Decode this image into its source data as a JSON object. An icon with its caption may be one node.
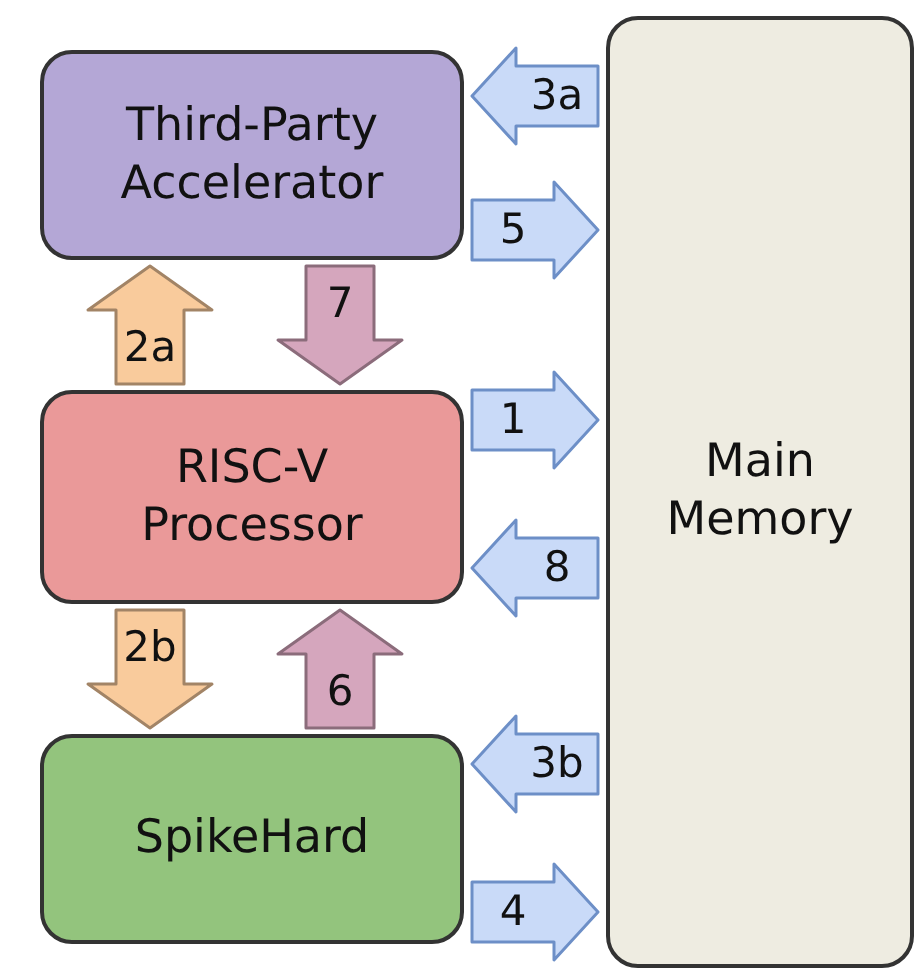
{
  "diagram": {
    "nodes": [
      {
        "text": [
          "Third-Party Accelerator"
        ]
      },
      {
        "text": [
          "RISC-V Processor"
        ]
      },
      {
        "text": [
          "SpikeHard"
        ]
      },
      {
        "text": [
          "Main Memory"
        ]
      }
    ],
    "edges": [
      {
        "from": 3,
        "to": 0,
        "arrow": "to",
        "label": "3a"
      },
      {
        "from": 0,
        "to": 3,
        "arrow": "to",
        "label": "5"
      },
      {
        "from": 1,
        "to": 0,
        "arrow": "to",
        "label": "2a",
        "color": "#f9cb9c"
      },
      {
        "from": 0,
        "to": 1,
        "arrow": "to",
        "label": "7",
        "color": "#d5a6bd"
      },
      {
        "from": 1,
        "to": 3,
        "arrow": "to",
        "label": "1"
      },
      {
        "from": 3,
        "to": 1,
        "arrow": "to",
        "label": "8"
      },
      {
        "from": 1,
        "to": 2,
        "arrow": "to",
        "label": "2b",
        "color": "#f9cb9c"
      },
      {
        "from": 2,
        "to": 1,
        "arrow": "to",
        "label": "6",
        "color": "#d5a6bd"
      },
      {
        "from": 3,
        "to": 2,
        "arrow": "to",
        "label": "3b"
      },
      {
        "from": 2,
        "to": 3,
        "arrow": "to",
        "label": "4"
      }
    ]
  }
}
